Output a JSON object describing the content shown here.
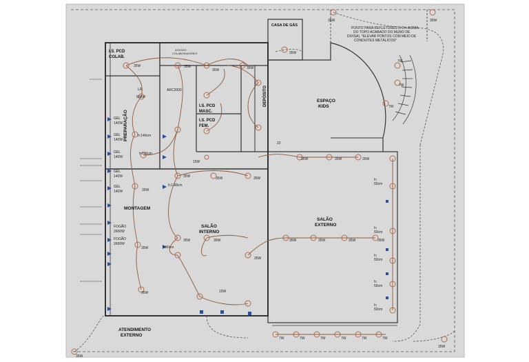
{
  "colors": {
    "paper": "#ffffff",
    "drawing_bg": "#d9d9d9",
    "wall": "#333333",
    "circuit": "#8a5a3c",
    "fixture": "#b06a4a",
    "conduit_dashed": "#444444",
    "device_blue": "#2f4f8f"
  },
  "rooms": {
    "casa_gas": "CASA DE GÁS",
    "is_pcd_colab_1": "I.S. PCD",
    "is_pcd_colab_2": "COLAB.",
    "acesso_colab_1": "ACESSO",
    "acesso_colab_2": "COLABORADORES",
    "deposito": "DEPÓSITO",
    "espaco_kids_1": "ESPAÇO",
    "espaco_kids_2": "KIDS",
    "is_pcd_masc_1": "I.S. PCD",
    "is_pcd_masc_2": "MASC.",
    "is_pcd_fem_1": "I.S. PCD",
    "is_pcd_fem_2": "FEM.",
    "preparacao": "PREPARAÇÃO",
    "montagem": "MONTAGEM",
    "salao_interno_1": "SALÃO",
    "salao_interno_2": "INTERNO",
    "salao_externo_1": "SALÃO",
    "salao_externo_2": "EXTERNO",
    "atendimento_1": "ATENDIMENTO",
    "atendimento_2": "EXTERNO"
  },
  "notes": {
    "refletores_1": "PONTO PARA REFLETORES (h:2m ACIMA",
    "refletores_2": "DO TOPO ACABADO DO MURO DE",
    "refletores_3": "DIVISA). *ELEVAR PONTOS COM MEIO DE",
    "refletores_4": "CONDUITES METÁLICOS*"
  },
  "equipment": {
    "gel_1": "GEL",
    "gel_1b": "140W",
    "gel_2": "GEL",
    "gel_2b": "140W",
    "gel_3": "GEL",
    "gel_3b": "140W",
    "gel_4": "GEL",
    "gel_4b": "140W",
    "gel_5": "GEL",
    "gel_5b": "140W",
    "fogao_1": "FOGÃO",
    "fogao_1b": "2600W",
    "fogao_2": "FOGÃO",
    "fogao_2b": "2600W",
    "lr": "LR",
    "lr_w": "600W",
    "arc": "ARC2000",
    "h140": "h:140cm",
    "h110": "h:110cm",
    "h168": "h:1.68cm",
    "h190": "h:90cm",
    "ponto_22": "22"
  },
  "fixture_labels": {
    "w35": "35W",
    "w15": "15W",
    "w7": "7W",
    "h50": "h:",
    "h50b": "50cm"
  }
}
